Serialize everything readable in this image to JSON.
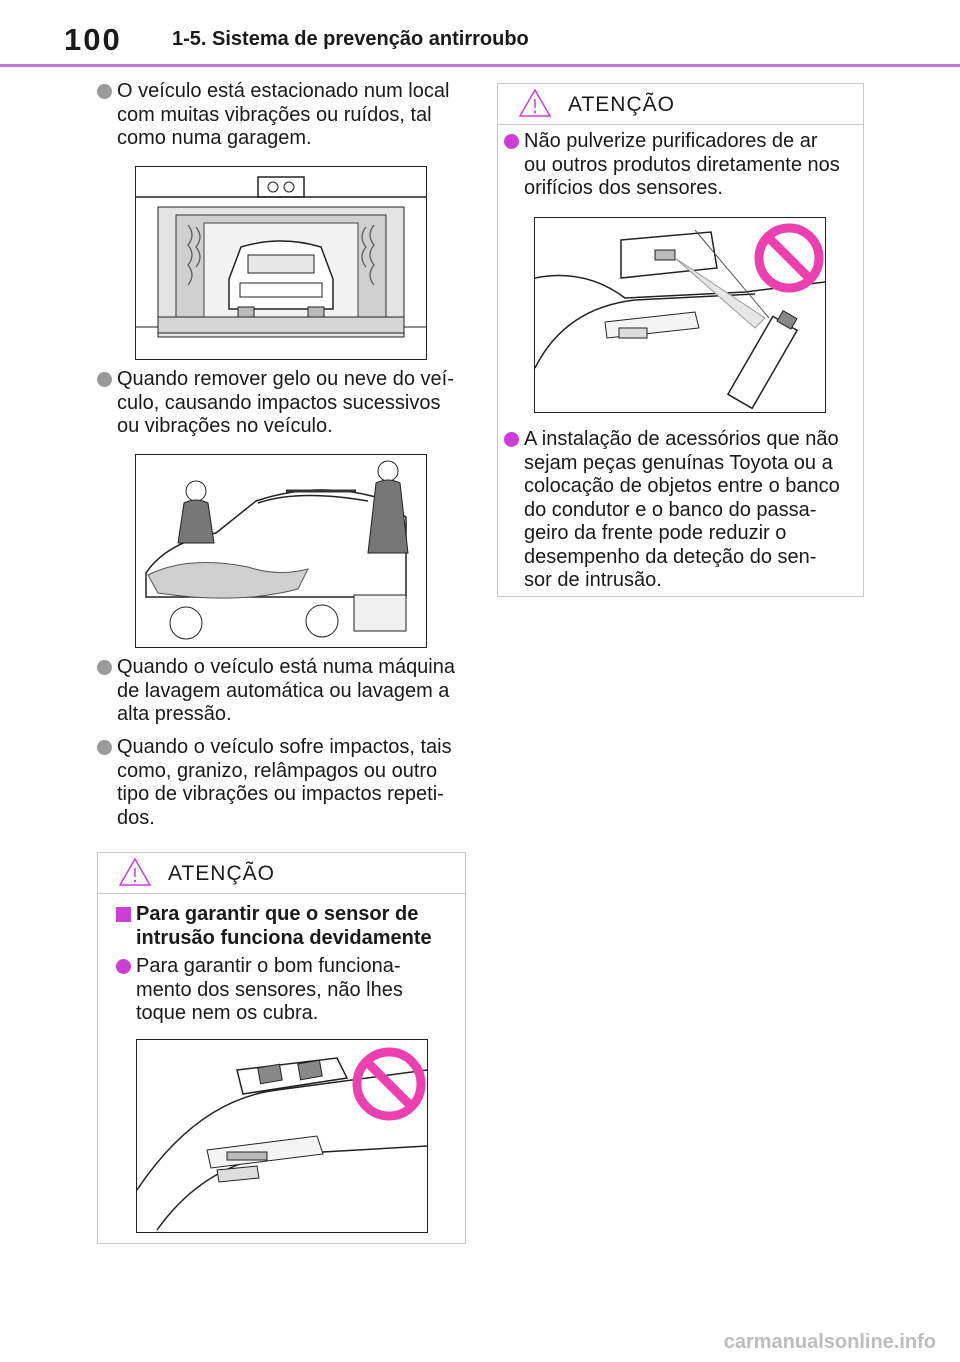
{
  "header": {
    "page_number": "100",
    "section": "1-5. Sistema de prevenção antirroubo"
  },
  "left": {
    "b1": [
      "O veículo está estacionado num local",
      "com muitas vibrações ou ruídos, tal",
      "como numa garagem."
    ],
    "b2": [
      "Quando remover gelo ou neve do veí-",
      "culo, causando impactos sucessivos",
      "ou vibrações no veículo."
    ],
    "b3": [
      "Quando o veículo está numa máquina",
      "de lavagem automática ou lavagem a",
      "alta pressão."
    ],
    "b4": [
      "Quando o veículo sofre impactos, tais",
      "como, granizo, relâmpagos ou outro",
      "tipo de vibrações ou impactos repeti-",
      "dos."
    ]
  },
  "warning_left": {
    "title": "ATENÇÃO",
    "heading": [
      "Para garantir que o sensor de",
      "intrusão funciona devidamente"
    ],
    "b1": [
      "Para garantir o bom funciona-",
      "mento dos sensores, não lhes",
      "toque nem os cubra."
    ]
  },
  "warning_right": {
    "title": "ATENÇÃO",
    "b1": [
      "Não pulverize purificadores de ar",
      "ou outros produtos diretamente nos",
      "orifícios dos sensores."
    ],
    "b2": [
      "A instalação de acessórios que não",
      "sejam peças genuínas Toyota ou a",
      "colocação de objetos entre o banco",
      "do condutor e o banco do passa-",
      "geiro da frente pode reduzir o",
      "desempenho da deteção do sen-",
      "sor de intrusão."
    ]
  },
  "footer": {
    "text": "carmanualsonline.info"
  },
  "colors": {
    "accent": "#cc3fd6",
    "rule": "#c678d9",
    "prohibit": "#ee3fb0",
    "bullet_gray": "#9a9a9a"
  },
  "icons": [
    "warning-triangle-icon",
    "prohibition-icon"
  ]
}
